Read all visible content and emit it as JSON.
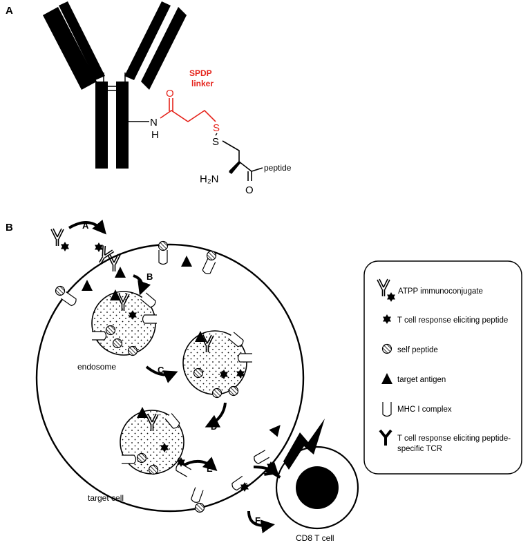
{
  "panel_a": {
    "label": "A",
    "linker_line1": "SPDP",
    "linker_line2": "linker",
    "atom_N": "N",
    "atom_H": "H",
    "atom_O1": "O",
    "atom_S1": "S",
    "atom_S2": "S",
    "atom_H2N": "H₂N",
    "atom_O2": "O",
    "peptide": "peptide"
  },
  "panel_b": {
    "label": "B",
    "steps": [
      "A",
      "B",
      "C",
      "D",
      "E",
      "F"
    ],
    "endosome_label": "endosome",
    "target_cell_label": "target cell",
    "t_cell_label": "CD8 T cell"
  },
  "legend": {
    "items": [
      {
        "icon": "atpp-immunoconjugate-icon",
        "line1": "ATPP immunoconjugate",
        "line2": ""
      },
      {
        "icon": "star-peptide-icon",
        "line1": "T cell response eliciting peptide",
        "line2": ""
      },
      {
        "icon": "striped-circle-icon",
        "line1": "self peptide",
        "line2": ""
      },
      {
        "icon": "triangle-icon",
        "line1": "target antigen",
        "line2": ""
      },
      {
        "icon": "cup-icon",
        "line1": "MHC I complex",
        "line2": ""
      },
      {
        "icon": "tcr-icon",
        "line1": "T cell response eliciting peptide-",
        "line2": "specific TCR"
      }
    ]
  },
  "colors": {
    "linker_red": "#e5231b",
    "ink": "#000000"
  }
}
